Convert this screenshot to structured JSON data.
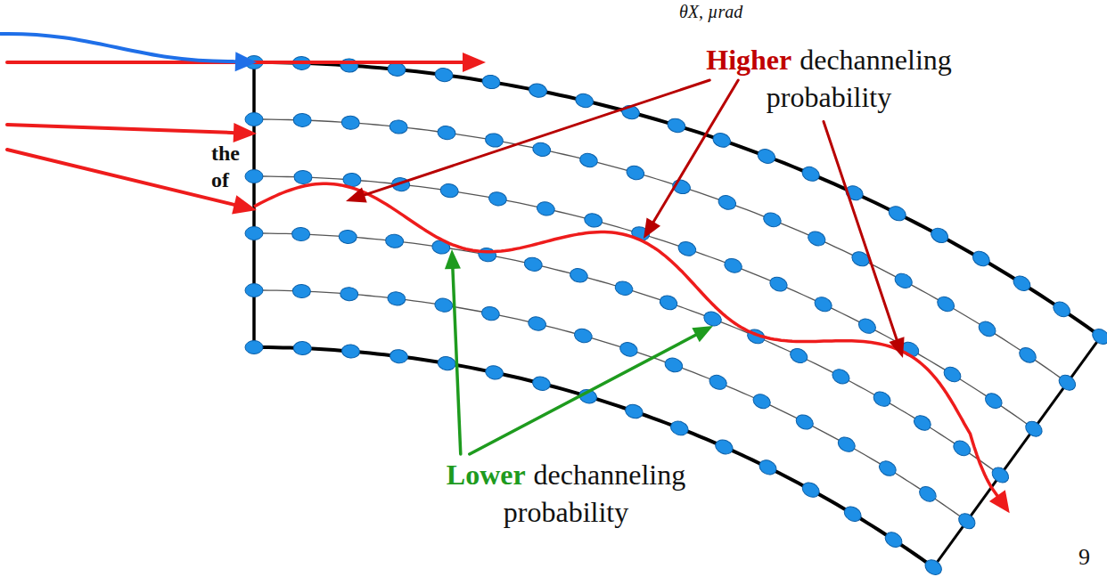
{
  "diagram": {
    "labels": [
      "θX, µrad",
      "Higher",
      "dechanneling probability",
      "the",
      "of",
      "Lower",
      "dechanneling probability",
      "9"
    ]
  }
}
